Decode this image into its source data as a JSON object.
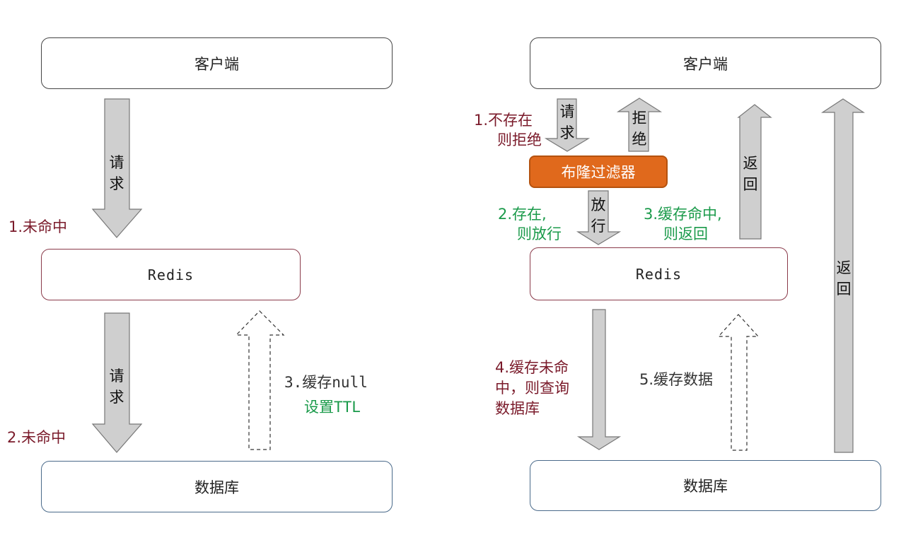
{
  "left": {
    "client": "客户端",
    "redis": "Redis",
    "database": "数据库",
    "arrow_request_1": "请求",
    "arrow_request_2": "请求",
    "step1": "1.未命中",
    "step2": "2.未命中",
    "step3_line1": "3.缓存null",
    "step3_line2": "设置TTL"
  },
  "right": {
    "client": "客户端",
    "bloom": "布隆过滤器",
    "redis": "Redis",
    "database": "数据库",
    "arrow_request": "请求",
    "arrow_reject": "拒绝",
    "arrow_pass": "放行",
    "arrow_return_short": "返回",
    "arrow_return_long": "返回",
    "step1_line1": "1.不存在",
    "step1_line2": "则拒绝",
    "step2_line1": "2.存在,",
    "step2_line2": "则放行",
    "step3_line1": "3.缓存命中,",
    "step3_line2": "则返回",
    "step4_line1": "4.缓存未命",
    "step4_line2": "中，则查询",
    "step4_line3": "数据库",
    "step5": "5.缓存数据"
  },
  "colors": {
    "arrow_fill": "#cfcfcf",
    "arrow_stroke": "#777777",
    "bloom_fill": "#e0691c",
    "maroon_text": "#7a1a2a",
    "green_text": "#1a9a4a"
  }
}
